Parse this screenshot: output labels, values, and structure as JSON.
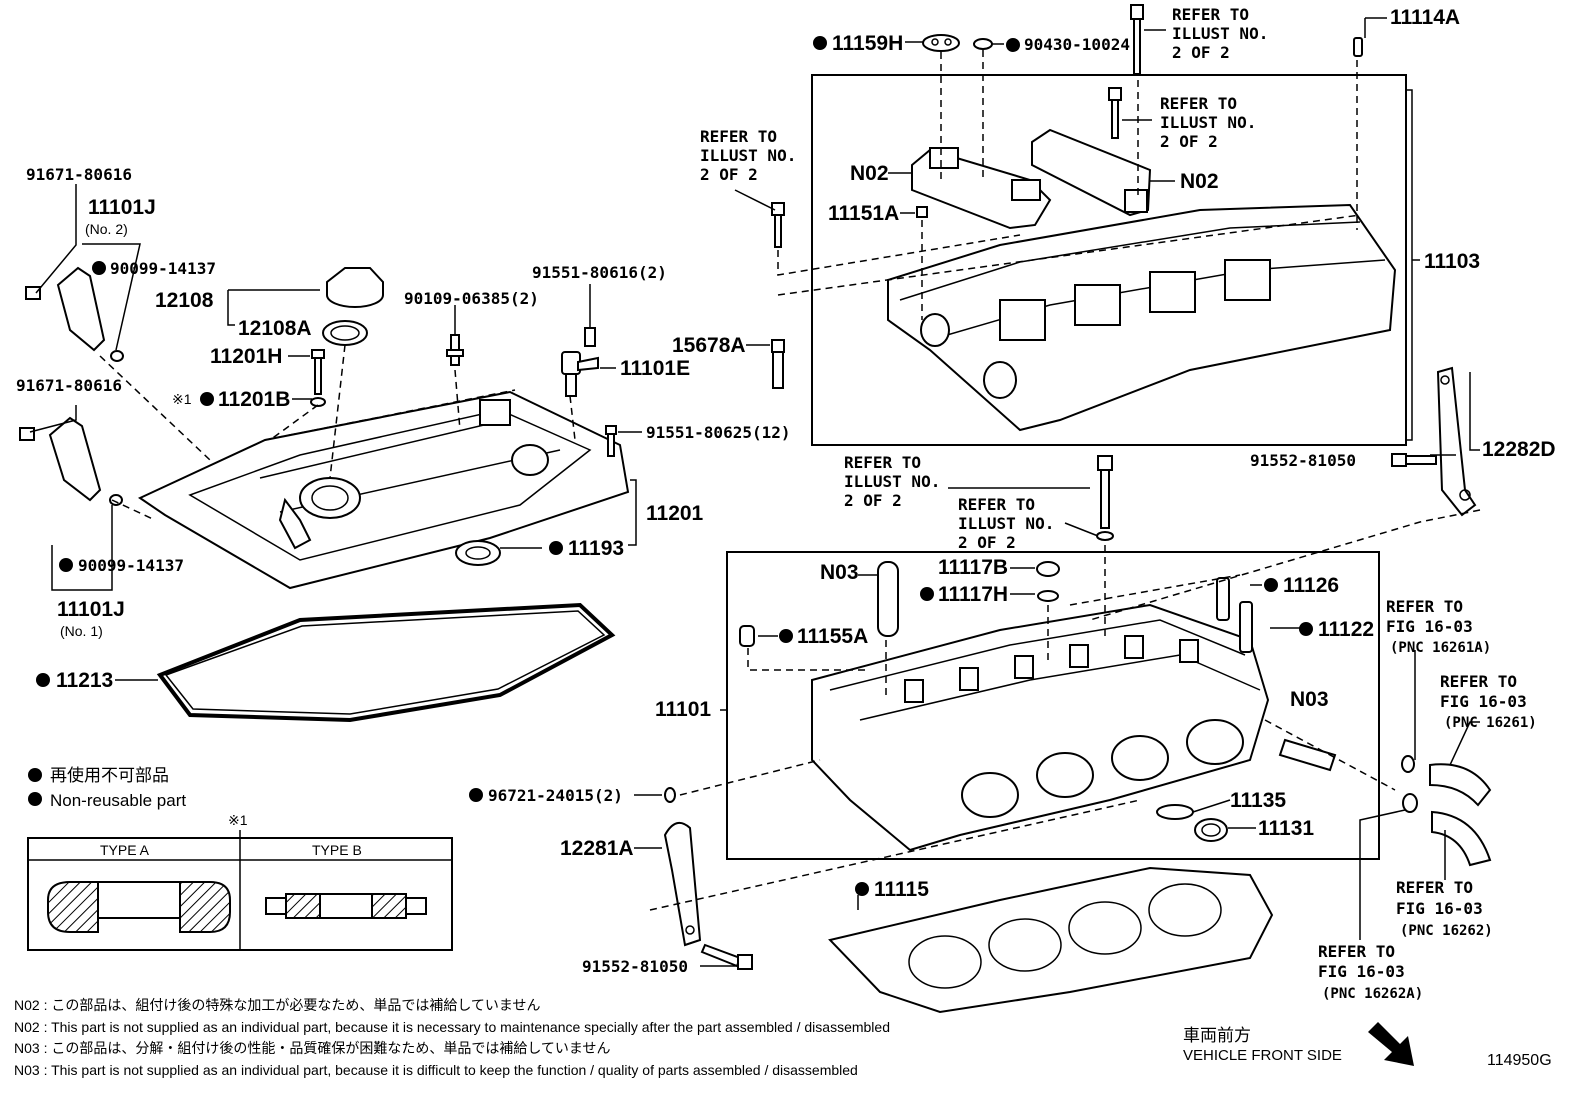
{
  "diagram_id": "114950G",
  "callouts": {
    "c91671a": "91671-80616",
    "c11101j2": "11101J",
    "c11101j2_sub": "(No. 2)",
    "c90099a": "90099-14137",
    "c12108": "12108",
    "c12108a": "12108A",
    "c11201h": "11201H",
    "c11201b_mark": "※1",
    "c11201b": "11201B",
    "c90109": "90109-06385(2)",
    "c91551a": "91551-80616(2)",
    "c11101e": "11101E",
    "c91551b": "91551-80625(12)",
    "c91671b": "91671-80616",
    "c11201": "11201",
    "c11193": "11193",
    "c90099b": "90099-14137",
    "c11101j1": "11101J",
    "c11101j1_sub": "(No. 1)",
    "c11213": "11213",
    "c11159h": "11159H",
    "c90430": "90430-10024",
    "c11114a": "11114A",
    "c_n02a": "N02",
    "c_n02b": "N02",
    "c11151a": "11151A",
    "c15678a": "15678A",
    "c11103": "11103",
    "c91552a": "91552-81050",
    "c12282d": "12282D",
    "c_n03a": "N03",
    "c11117b": "11117B",
    "c11117h": "11117H",
    "c11126": "11126",
    "c11122": "11122",
    "c11155a": "11155A",
    "c11101": "11101",
    "c_n03b": "N03",
    "c96721": "96721-24015(2)",
    "c11135": "11135",
    "c11131": "11131",
    "c12281a": "12281A",
    "c11115": "11115",
    "c91552b": "91552-81050"
  },
  "refer_notes": {
    "r1": [
      "REFER TO",
      "ILLUST NO.",
      "2 OF 2"
    ],
    "r2": [
      "REFER TO",
      "ILLUST NO.",
      "2 OF 2"
    ],
    "r3": [
      "REFER TO",
      "ILLUST NO.",
      "2 OF 2"
    ],
    "r4": [
      "REFER TO",
      "ILLUST NO.",
      "2 OF 2"
    ],
    "r5": [
      "REFER TO",
      "ILLUST NO.",
      "2 OF 2"
    ],
    "f1": [
      "REFER TO",
      "FIG 16-03",
      "(PNC 16261A)"
    ],
    "f2": [
      "REFER TO",
      "FIG 16-03",
      "(PNC 16261)"
    ],
    "f3": [
      "REFER TO",
      "FIG 16-03",
      "(PNC 16262)"
    ],
    "f4": [
      "REFER TO",
      "FIG 16-03",
      "(PNC 16262A)"
    ]
  },
  "legend": {
    "jp": "再使用不可部品",
    "en": "Non-reusable part",
    "mark": "※1",
    "type_a": "TYPE A",
    "type_b": "TYPE B"
  },
  "footnotes": [
    "N02 : この部品は、組付け後の特殊な加工が必要なため、単品では補給していません",
    "N02 : This part is not supplied as an individual part, because it is necessary to maintenance specially after the part assembled / disassembled",
    "N03 : この部品は、分解・組付け後の性能・品質確保が困難なため、単品では補給していません",
    "N03 : This part is not supplied as an individual part, because it is difficult to keep the function / quality of parts  assembled / disassembled"
  ],
  "front": {
    "jp": "車両前方",
    "en": "VEHICLE FRONT SIDE"
  }
}
